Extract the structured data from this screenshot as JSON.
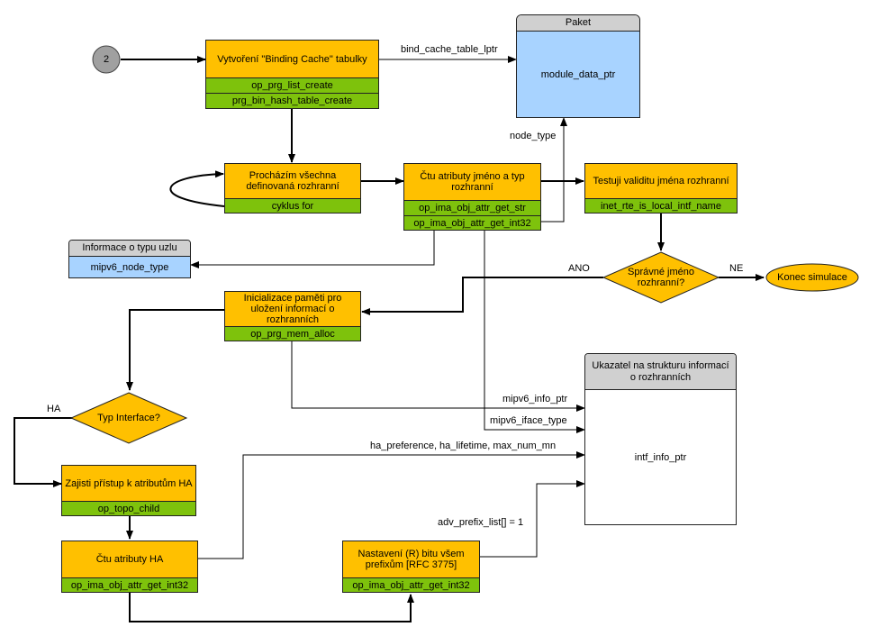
{
  "connector": {
    "label": "2"
  },
  "binding_cache": {
    "title": "Vytvoření \"Binding Cache\" tabulky",
    "functions": [
      "op_prg_list_create",
      "prg_bin_hash_table_create"
    ]
  },
  "paket": {
    "header": "Paket",
    "body": "module_data_ptr"
  },
  "iterate": {
    "title": "Procházím všechna definovaná rozhranní",
    "functions": [
      "cyklus for"
    ]
  },
  "read_attrs": {
    "title": "Čtu atributy jméno a typ rozhranní",
    "functions": [
      "op_ima_obj_attr_get_str",
      "op_ima_obj_attr_get_int32"
    ]
  },
  "validate": {
    "title": "Testuji validitu jména rozhranní",
    "functions": [
      "inet_rte_is_local_intf_name"
    ]
  },
  "node_type_info": {
    "header": "Informace o typu uzlu",
    "body": "mipv6_node_type"
  },
  "decision_name": {
    "text": "Správné jméno rozhranní?"
  },
  "end": {
    "text": "Konec simulace"
  },
  "mem_init": {
    "title": "Inicializace paměti pro uložení informací o rozhranních",
    "functions": [
      "op_prg_mem_alloc"
    ]
  },
  "decision_iface": {
    "text": "Typ Interface?"
  },
  "ha_access": {
    "title": "Zajisti přístup k atributům HA",
    "functions": [
      "op_topo_child"
    ]
  },
  "read_ha": {
    "title": "Čtu atributy HA",
    "functions": [
      "op_ima_obj_attr_get_int32"
    ]
  },
  "set_r_bit": {
    "title": "Nastavení (R) bitu všem prefixům [RFC 3775]",
    "functions": [
      "op_ima_obj_attr_get_int32"
    ]
  },
  "intf_struct": {
    "header": "Ukazatel na strukturu informací o rozhranních",
    "body": "intf_info_ptr"
  },
  "edge_labels": {
    "bind_cache_table_lptr": "bind_cache_table_lptr",
    "node_type": "node_type",
    "ano": "ANO",
    "ne": "NE",
    "ha": "HA",
    "mipv6_info_ptr": "mipv6_info_ptr",
    "mipv6_iface_type": "mipv6_iface_type",
    "ha_params": "ha_preference, ha_lifetime, max_num_mn",
    "adv_prefix": "adv_prefix_list[] = 1"
  }
}
